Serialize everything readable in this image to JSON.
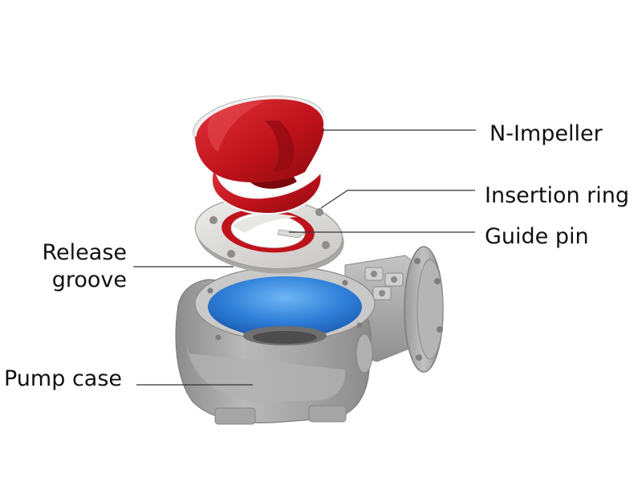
{
  "labels": {
    "n_impeller": "N-Impeller",
    "insertion_ring": "Insertion ring",
    "guide_pin": "Guide pin",
    "release_groove_line1": "Release",
    "release_groove_line2": "groove",
    "pump_case": "Pump case"
  },
  "colors": {
    "impeller_red": "#c0121b",
    "ring_metal": "#d7d6d4",
    "case_grey": "#a9a9a9",
    "interior_blue": "#2e7fd6",
    "leader_line": "#333333"
  }
}
